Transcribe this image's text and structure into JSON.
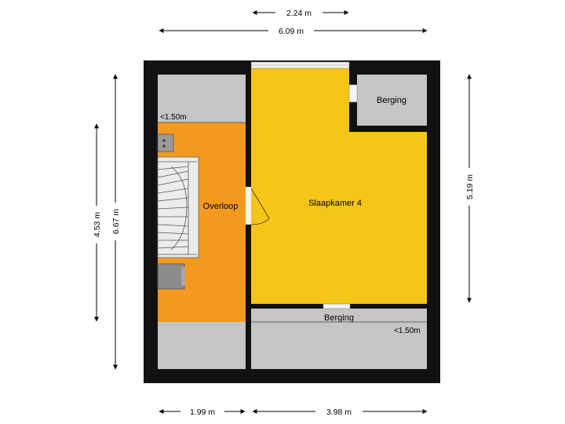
{
  "colors": {
    "wall": "#111111",
    "bedroom": "#f5c518",
    "landing": "#f39a1e",
    "attic": "#c4c5c4",
    "stairs": "#e9e9e9",
    "window": "#f4f4f4"
  },
  "rooms": {
    "bedroom": "Slaapkamer 4",
    "landing": "Overloop",
    "storage_top": "Berging",
    "storage_bottom": "Berging"
  },
  "annotations": {
    "low_ceiling_left": "<1.50m",
    "low_ceiling_bottom": "<1.50m"
  },
  "dimensions": {
    "top_inner": "2.24 m",
    "top_total": "6.09 m",
    "bottom_left": "1.99 m",
    "bottom_right": "3.98 m",
    "left_inner": "4.53 m",
    "left_total": "6.67 m",
    "right": "5.19 m"
  }
}
